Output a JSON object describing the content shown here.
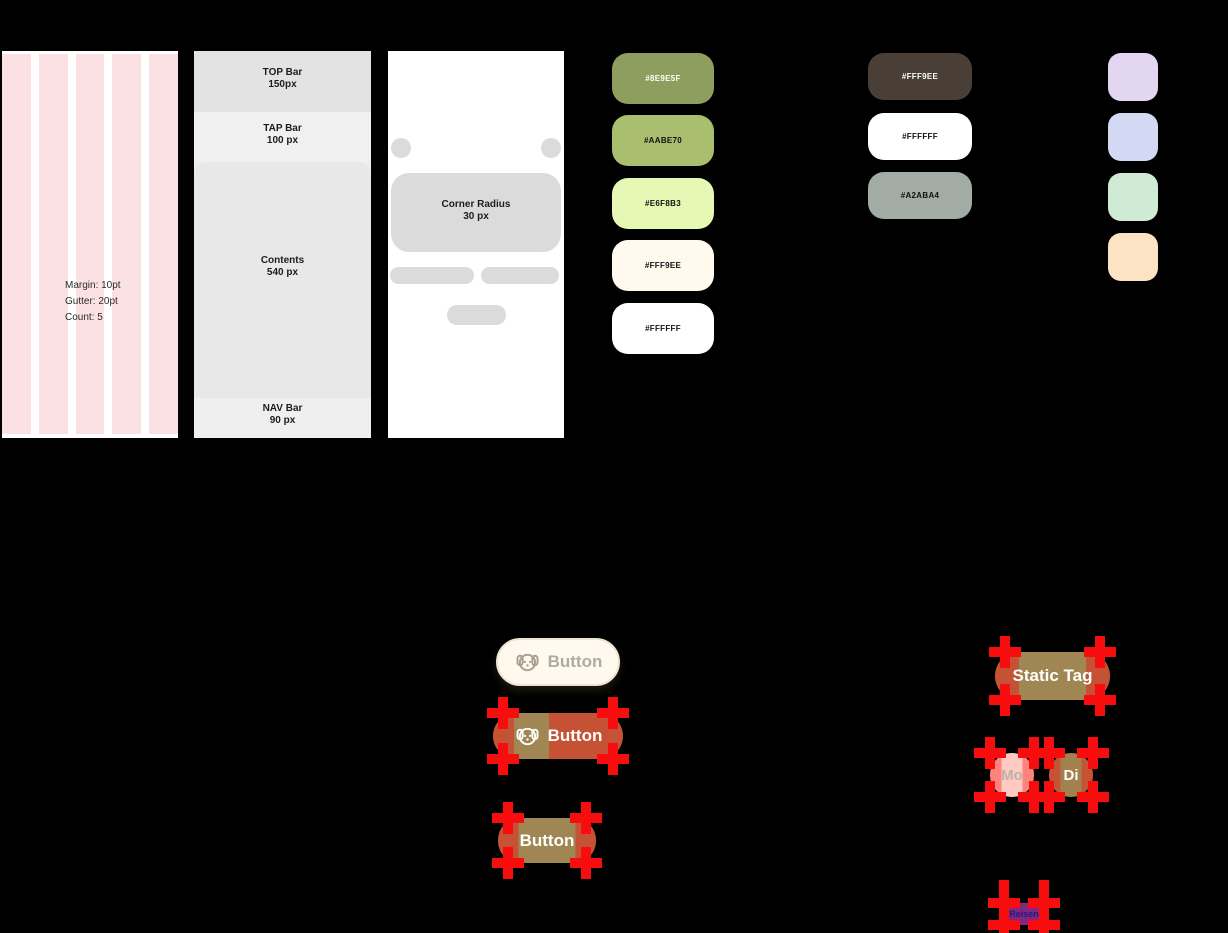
{
  "frames": {
    "grid": {
      "margin": "Margin: 10pt",
      "gutter": "Gutter: 20pt",
      "count": "Count: 5",
      "column_color": "#FBE0E4"
    },
    "layout": {
      "sections": [
        {
          "label": "TOP Bar",
          "size": "150px"
        },
        {
          "label": "TAP Bar",
          "size": "100 px"
        },
        {
          "label": "Contents",
          "size": "540 px"
        },
        {
          "label": "NAV Bar",
          "size": "90 px"
        }
      ]
    },
    "radius": {
      "label": "Corner Radius",
      "size": "30 px"
    }
  },
  "palette_primary": [
    {
      "label": "#8E9E5F",
      "bg": "#8E9E5F"
    },
    {
      "label": "#AABE70",
      "bg": "#AABE70"
    },
    {
      "label": "#E6F8B3",
      "bg": "#E6F8B3"
    },
    {
      "label": "#FFF9EE",
      "bg": "#FFF9EE"
    },
    {
      "label": "#FFFFFF",
      "bg": "#FFFFFF"
    }
  ],
  "palette_secondary": [
    {
      "label": "#FFF9EE",
      "bg": "#493F37"
    },
    {
      "label": "#FFFFFF",
      "bg": "#FFFFFF"
    },
    {
      "label": "#A2ABA4",
      "bg": "#A2ABA4"
    }
  ],
  "palette_pastel": [
    {
      "bg": "#E3D6F1"
    },
    {
      "bg": "#D3D9F3"
    },
    {
      "bg": "#CFEBD4"
    },
    {
      "bg": "#FBE3C4"
    }
  ],
  "components": {
    "button_default": {
      "label": "Button",
      "bg": "#FFF9EE"
    },
    "button_icon_selected": {
      "label": "Button",
      "bg": "#8E9E5F"
    },
    "button_selected": {
      "label": "Button",
      "bg": "#8E9E5F"
    },
    "static_tag": {
      "label": "Static Tag",
      "bg": "#8E9E5F"
    },
    "day_inactive": {
      "label": "Mo",
      "bg": "#FFF9EE"
    },
    "day_active": {
      "label": "Di",
      "bg": "#8E9E5F"
    },
    "mini_tag": {
      "label": "Reisen",
      "bg": "#3B35CB"
    }
  },
  "annotation_color": "#F70D0D"
}
